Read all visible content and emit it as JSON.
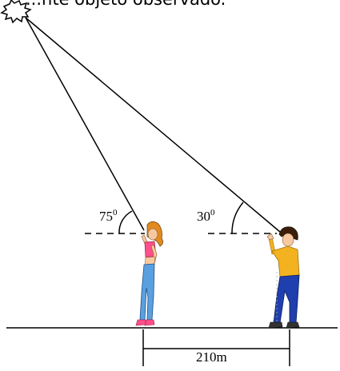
{
  "caption": "...nte objeto observado.",
  "angles": {
    "left": {
      "value": "75",
      "unit": "0"
    },
    "right": {
      "value": "30",
      "unit": "0"
    }
  },
  "distance": {
    "value": "210m"
  },
  "colors": {
    "line": "#000000",
    "left_person_shirt": "#ff4f8a",
    "left_person_pants": "#5aa0e0",
    "left_person_hair": "#e08a20",
    "right_person_shirt": "#f3b21f",
    "right_person_pants": "#1f3fae",
    "right_person_hair": "#3a1e0a",
    "skin": "#f6c9a0"
  },
  "icons": {
    "object": "starburst-icon"
  }
}
